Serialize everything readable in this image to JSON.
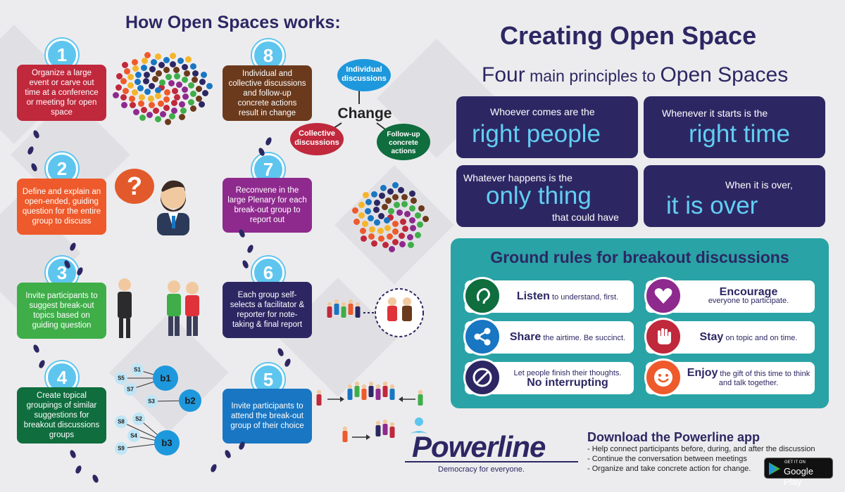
{
  "left_title": "How Open Spaces works:",
  "steps": [
    {
      "num": "1",
      "text": "Organize a large event or carve out time at a conference or meeting for open space",
      "color": "#c0283c"
    },
    {
      "num": "2",
      "text": "Define and explain an open-ended, guiding question for the entire group to discuss",
      "color": "#ee5a2b"
    },
    {
      "num": "3",
      "text": "Invite participants to suggest break-out topics based on guiding question",
      "color": "#3fae49"
    },
    {
      "num": "4",
      "text": "Create topical groupings of similar suggestions for breakout discussions groups",
      "color": "#0f6d3e"
    },
    {
      "num": "5",
      "text": "Invite participants to attend the break-out group of their choice",
      "color": "#1976c2"
    },
    {
      "num": "6",
      "text": "Each group self-selects a facilitator & reporter for note-taking & final report",
      "color": "#2c2763"
    },
    {
      "num": "7",
      "text": "Reconvene in the large Plenary for each break-out group to report out",
      "color": "#8e2a8e"
    },
    {
      "num": "8",
      "text": "Individual and collective discussions and follow-up concrete actions result in change",
      "color": "#6b3a1c"
    }
  ],
  "change_diagram": {
    "center": "Change",
    "individual": "Individual discussions",
    "collective": "Collective discussions",
    "followup": "Follow-up concrete actions"
  },
  "groups": {
    "nodes": [
      "S1",
      "S5",
      "S7",
      "S3",
      "S8",
      "S2",
      "S4",
      "S9"
    ],
    "hubs": [
      "b1",
      "b2",
      "b3"
    ]
  },
  "right_title": "Creating Open Space",
  "subtitle": {
    "part1": "Four",
    "part2": " main principles to ",
    "part3": "Open Spaces"
  },
  "principles": [
    {
      "small": "Whoever comes are the",
      "big": "right people",
      "tail": ""
    },
    {
      "small": "Whenever it starts is the",
      "big": "right time",
      "tail": ""
    },
    {
      "small": "Whatever happens is the",
      "big": "only thing",
      "tail": "that could have"
    },
    {
      "small": "When it is over,",
      "big": "it is over",
      "tail": ""
    }
  ],
  "rules_title": "Ground rules for breakout discussions",
  "rules": [
    {
      "bold": "Listen",
      "rest": " to understand, first.",
      "color": "#0f6d3e",
      "icon": "ear-icon"
    },
    {
      "bold": "Encourage",
      "rest": "everyone to participate.",
      "color": "#8e2a8e",
      "icon": "heart-hands-icon"
    },
    {
      "bold": "Share",
      "rest": " the airtime. Be succinct.",
      "color": "#1976c2",
      "icon": "share-icon"
    },
    {
      "bold": "Stay",
      "rest": " on topic and on time.",
      "color": "#c0283c",
      "icon": "hand-stop-icon"
    },
    {
      "bold": "No interrupting",
      "rest": "Let people finish their thoughts.",
      "color": "#2c2763",
      "icon": "no-entry-icon"
    },
    {
      "bold": "Enjoy",
      "rest": " the gift of this time to think and talk together.",
      "color": "#ee5a2b",
      "icon": "smiley-icon"
    }
  ],
  "brand": {
    "name": "Powerline",
    "tagline": "Democracy for everyone."
  },
  "download": {
    "title": "Download the Powerline app",
    "items": [
      "- Help connect participants before, during, and after the discussion",
      "- Continue the conversation between meetings",
      "- Organize and take concrete action for change."
    ],
    "store_small": "GET IT ON",
    "store_big": "Google Play"
  }
}
